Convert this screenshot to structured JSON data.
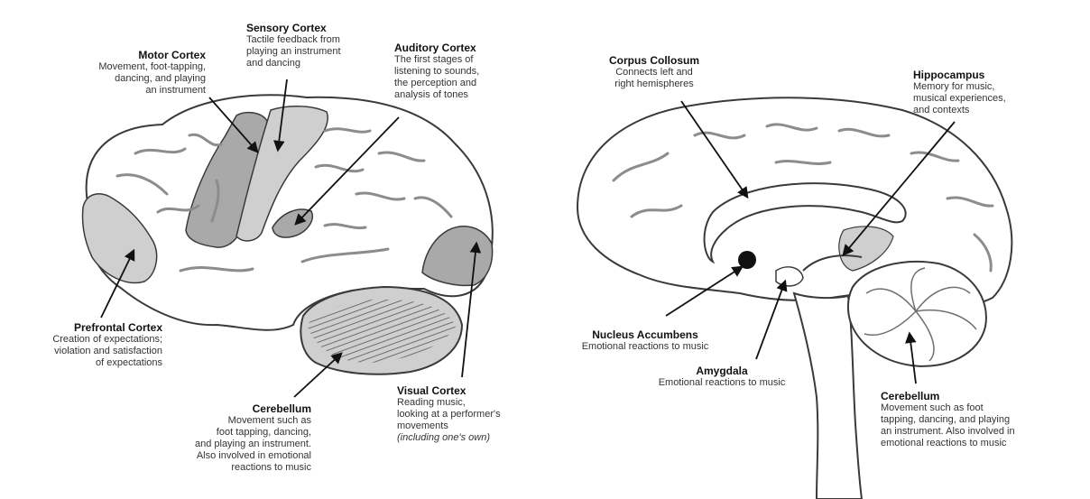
{
  "labels": {
    "motor": {
      "title": "Motor Cortex",
      "desc": "Movement, foot-tapping,\ndancing, and playing\nan instrument"
    },
    "sensory": {
      "title": "Sensory Cortex",
      "desc": "Tactile feedback from\nplaying an instrument\nand dancing"
    },
    "auditory": {
      "title": "Auditory Cortex",
      "desc": "The first stages of\nlistening to sounds,\nthe perception and\nanalysis of tones"
    },
    "prefrontal": {
      "title": "Prefrontal Cortex",
      "desc": "Creation of expectations;\nviolation and satisfaction\nof expectations"
    },
    "cerebellum_left": {
      "title": "Cerebellum",
      "desc": "Movement such as\nfoot tapping, dancing,\nand playing an instrument.\nAlso involved in emotional\nreactions to music"
    },
    "visual": {
      "title": "Visual Cortex",
      "desc": "Reading music,\nlooking at a performer's\nmovements",
      "note": "(including one's own)"
    },
    "corpus": {
      "title": "Corpus Collosum",
      "desc": "Connects left and\nright hemispheres"
    },
    "hippocampus": {
      "title": "Hippocampus",
      "desc": "Memory for music,\nmusical experiences,\nand contexts"
    },
    "nucleus": {
      "title": "Nucleus Accumbens",
      "desc": "Emotional reactions to music"
    },
    "amygdala": {
      "title": "Amygdala",
      "desc": "Emotional reactions to music"
    },
    "cerebellum_right": {
      "title": "Cerebellum",
      "desc": "Movement such as foot\ntapping, dancing, and playing\nan instrument. Also involved in\nemotional reactions to music"
    }
  },
  "colors": {
    "outline": "#3a3a3a",
    "region_dark": "#a9a9a9",
    "region_light": "#cfcfcf",
    "groove": "#8c8c8c",
    "fill": "#ffffff"
  }
}
